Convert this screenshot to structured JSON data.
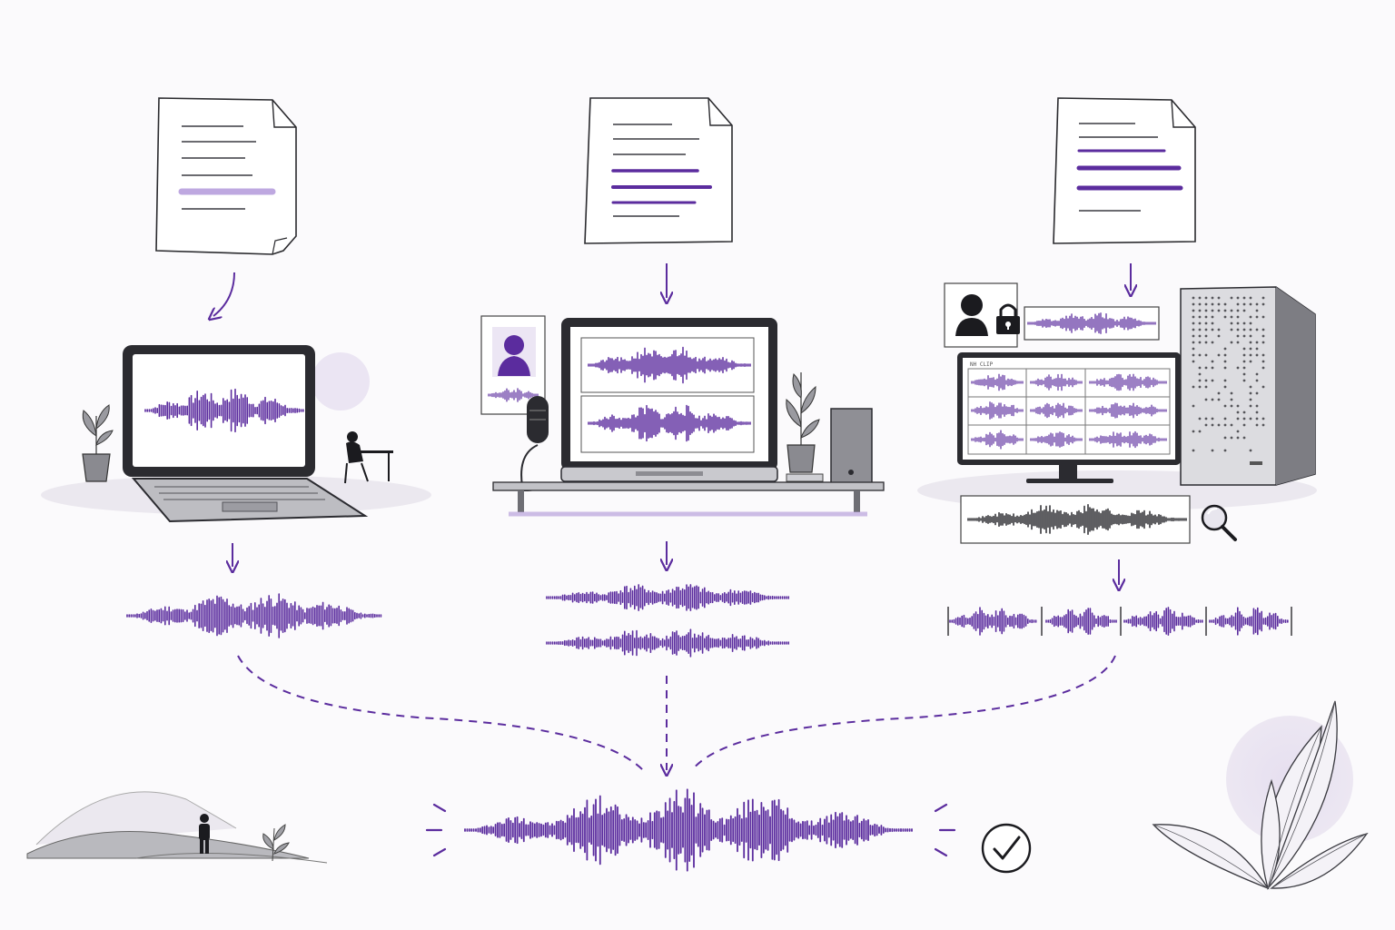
{
  "colors": {
    "accent": "#5b2c9e",
    "accent_light": "#b9a3dc",
    "ink": "#1b1b1f",
    "pencil": "#6e6e74",
    "shade": "#e9e6ee",
    "paper": "#ffffff"
  },
  "stages": [
    {
      "name": "laptop-pipeline",
      "document_highlight_lines": 1
    },
    {
      "name": "studio-pipeline",
      "document_highlight_lines": 3
    },
    {
      "name": "workstation-pipeline",
      "document_highlight_lines": 3
    }
  ],
  "monitor_caption": "NH CLIP",
  "icons": [
    "document-icon",
    "person-icon",
    "lock-icon",
    "magnifier-icon",
    "checkmark-icon",
    "plant-icon",
    "microphone-icon"
  ]
}
